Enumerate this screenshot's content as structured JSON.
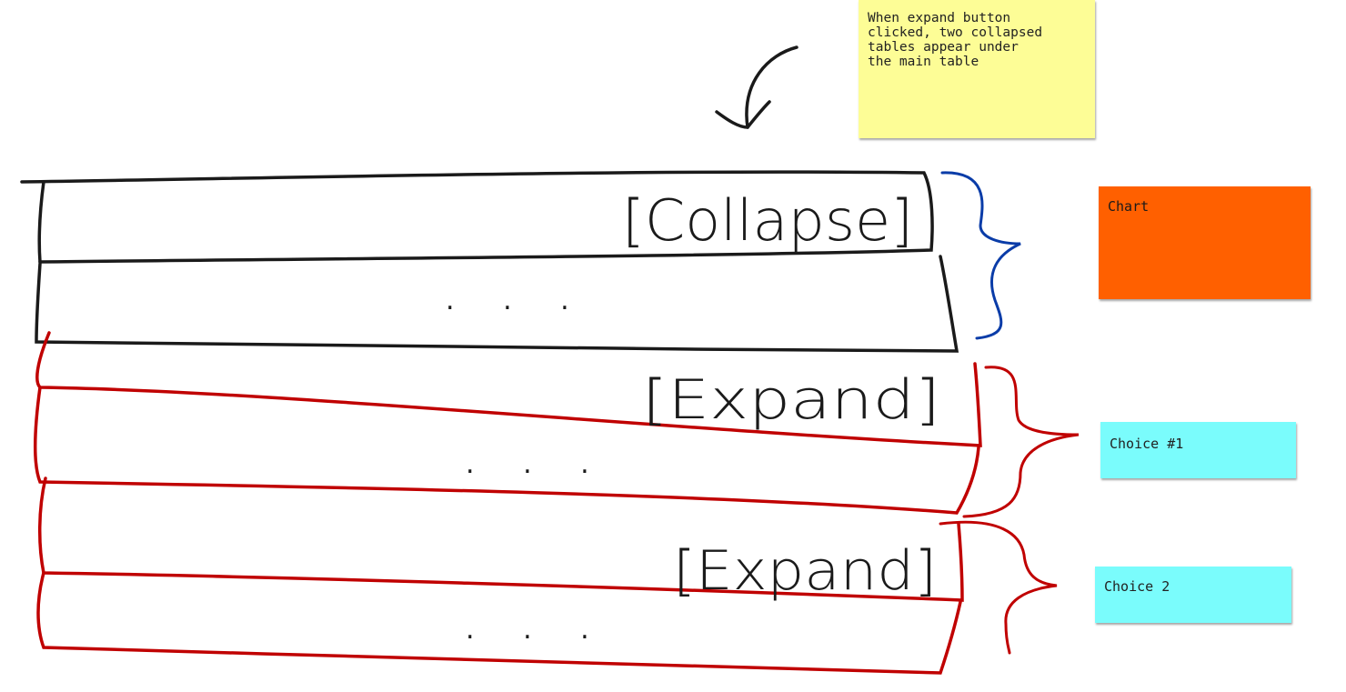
{
  "notes": {
    "instruction": "When expand button\nclicked, two collapsed\ntables appear under\nthe main table",
    "chart": "Chart",
    "choice1": "Choice #1",
    "choice2": "Choice 2"
  },
  "sketch": {
    "main_table_button": "[Collapse]",
    "choice1_button": "[Expand]",
    "choice2_button": "[Expand]",
    "ellipsis": ". . .",
    "colors": {
      "main_table": "#1a1a1a",
      "main_brace": "#0a3ca8",
      "choice_tables": "#c00000"
    }
  }
}
